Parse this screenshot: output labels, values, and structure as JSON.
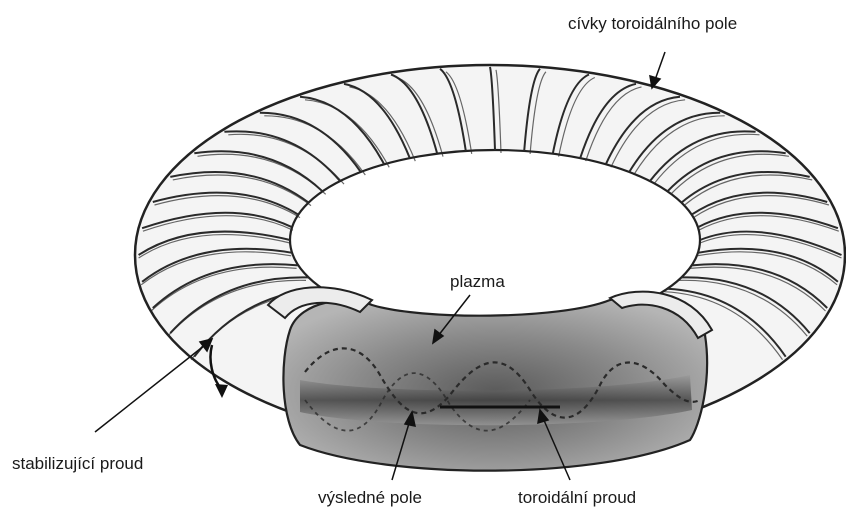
{
  "labels": {
    "toroidal_coils": "cívky toroidálního pole",
    "plasma": "plazma",
    "stabilizing_current": "stabilizující proud",
    "resulting_field": "výsledné pole",
    "toroidal_current": "toroidální proud"
  }
}
